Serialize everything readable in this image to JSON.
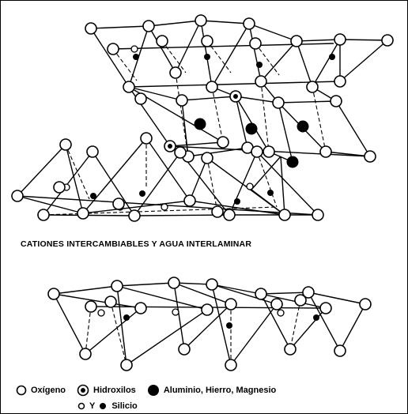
{
  "caption": "CATIONES INTERCAMBIABLES Y AGUA INTERLAMINAR",
  "legend": {
    "oxygen": "Oxígeno",
    "hydroxyl": "Hidroxilos",
    "metals": "Aluminio, Hierro, Magnesio",
    "silicon_prefix": "Y",
    "silicon": "Silicio"
  },
  "colors": {
    "ink": "#000000",
    "paper": "#ffffff"
  },
  "icons": {
    "oxygen": "open-circle-icon",
    "hydroxyl": "hydroxyl-circle-icon",
    "metal": "filled-circle-icon",
    "silicon_small": "small-open-circle-icon",
    "silicon_filled": "small-filled-circle-icon"
  }
}
